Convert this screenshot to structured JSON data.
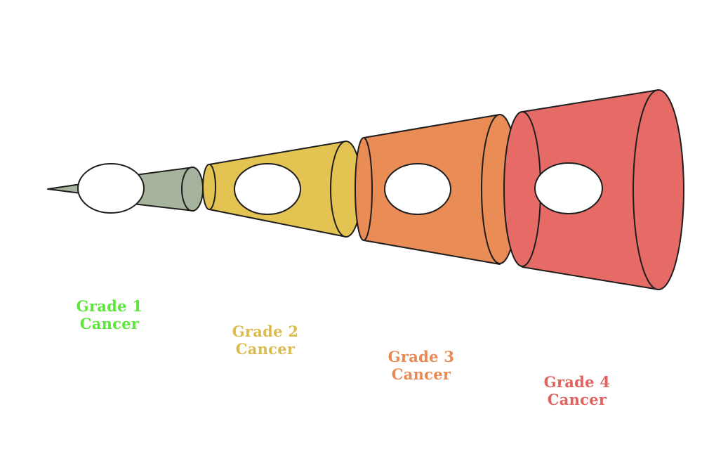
{
  "stages": [
    {
      "line1": "Grade 1",
      "line2": "Cancer",
      "label_color": "#5ce83a",
      "fill_color": "#a6b39d"
    },
    {
      "line1": "Grade 2",
      "line2": "Cancer",
      "label_color": "#dcbc4e",
      "fill_color": "#e3c452"
    },
    {
      "line1": "Grade 3",
      "line2": "Cancer",
      "label_color": "#e98a55",
      "fill_color": "#e98c56"
    },
    {
      "line1": "Grade 4",
      "line2": "Cancer",
      "label_color": "#e2625f",
      "fill_color": "#e66b67"
    }
  ],
  "colors": {
    "outline": "#1e1e1e",
    "hole": "#ffffff",
    "background": "#ffffff"
  }
}
